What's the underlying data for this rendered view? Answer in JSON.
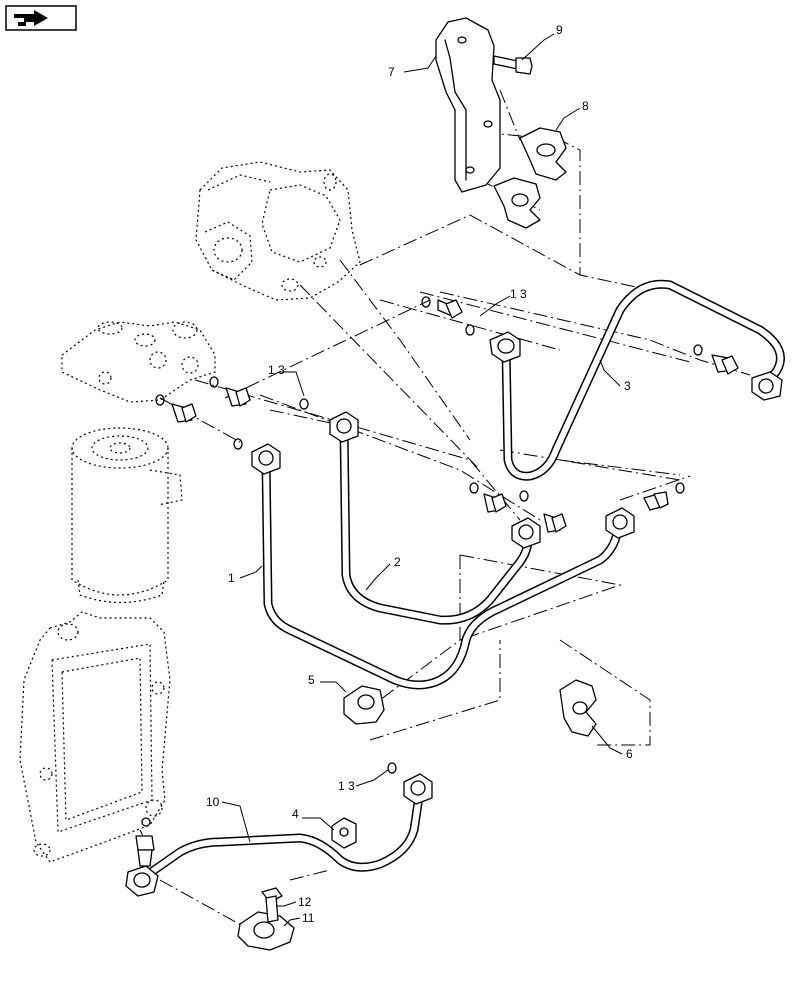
{
  "nav_icon": "next-page-arrow-icon",
  "callouts": {
    "c1": "1",
    "c2": "2",
    "c3": "3",
    "c4": "4",
    "c5": "5",
    "c6": "6",
    "c7": "7",
    "c8": "8",
    "c9": "9",
    "c10": "10",
    "c11": "11",
    "c12": "12",
    "c13a": "1 3",
    "c13b": "1 3",
    "c13c": "1 3"
  }
}
